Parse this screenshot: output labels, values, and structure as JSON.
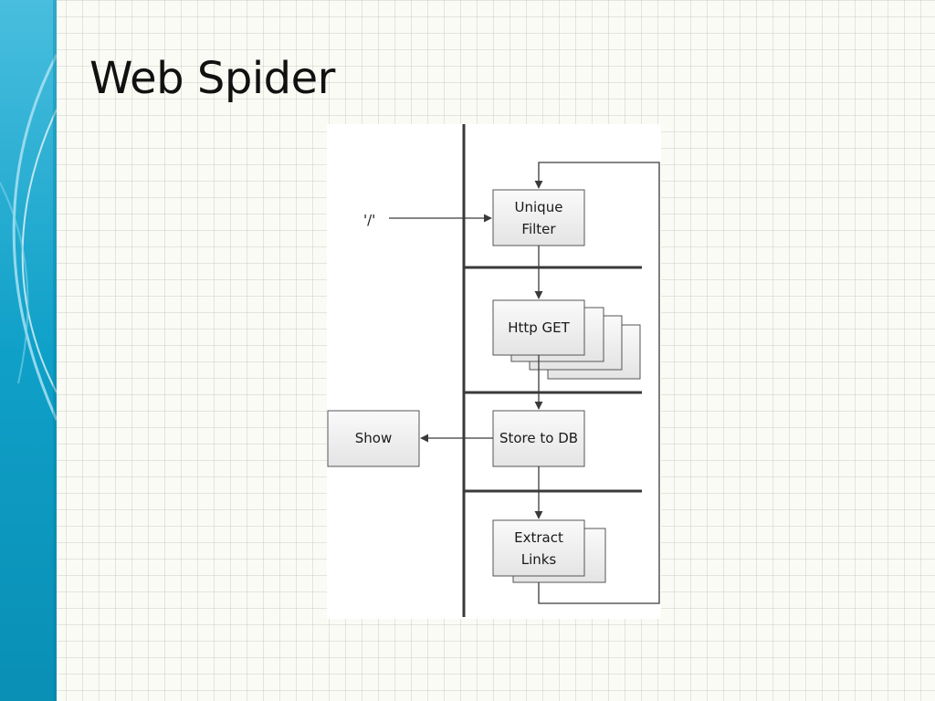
{
  "slide": {
    "title": "Web Spider"
  },
  "theme": {
    "accent": "#0e9cc4",
    "background": "#fbfbf5",
    "box_fill": "#ececec",
    "line": "#3a3a3a"
  },
  "diagram": {
    "input_label": "'/'",
    "nodes": {
      "unique_filter": [
        "Unique",
        "Filter"
      ],
      "http_get": [
        "Http GET"
      ],
      "store_to_db": [
        "Store to DB"
      ],
      "show": [
        "Show"
      ],
      "extract_links": [
        "Extract",
        "Links"
      ]
    }
  }
}
